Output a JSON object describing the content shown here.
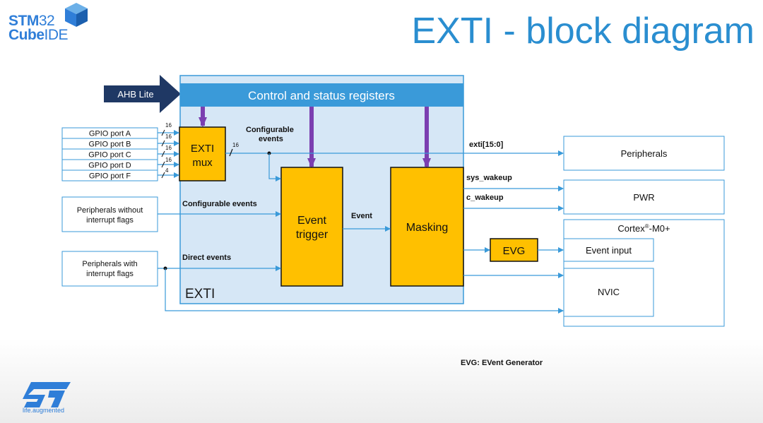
{
  "header": {
    "logo_line1_a": "STM",
    "logo_line1_b": "32",
    "logo_line2_a": "Cube",
    "logo_line2_b": "IDE",
    "title": "EXTI - block diagram"
  },
  "diagram": {
    "bus_label": "AHB Lite",
    "registers_label": "Control and status registers",
    "exti_label": "EXTI",
    "mux_line1": "EXTI",
    "mux_line2": "mux",
    "event_trigger_line1": "Event",
    "event_trigger_line2": "trigger",
    "masking_label": "Masking",
    "evg_label": "EVG",
    "gpio_ports": [
      {
        "label": "GPIO port A",
        "width": "16"
      },
      {
        "label": "GPIO port B",
        "width": "16"
      },
      {
        "label": "GPIO port C",
        "width": "16"
      },
      {
        "label": "GPIO port D",
        "width": "16"
      },
      {
        "label": "GPIO port F",
        "width": "4"
      }
    ],
    "mux_out_width": "16",
    "configurable_events_top_line1": "Configurable",
    "configurable_events_top_line2": "events",
    "configurable_events_label": "Configurable events",
    "direct_events_label": "Direct events",
    "event_label": "Event",
    "exti_bus_label": "exti[15:0]",
    "sys_wakeup_label": "sys_wakeup",
    "c_wakeup_label": "c_wakeup",
    "periph_without_line1": "Peripherals without",
    "periph_without_line2": "interrupt flags",
    "periph_with_line1": "Peripherals with",
    "periph_with_line2": "interrupt flags",
    "peripherals_label": "Peripherals",
    "pwr_label": "PWR",
    "cortex_base": "Cortex",
    "cortex_sup": "®",
    "cortex_suffix": "-M0+",
    "event_input_label": "Event input",
    "nvic_label": "NVIC"
  },
  "footnote": "EVG: EVent Generator",
  "footer": {
    "tagline": "life.augmented"
  },
  "colors": {
    "title_blue": "#2a8ed0",
    "box_blue": "#3a9ad9",
    "exti_bg": "#d6e7f6",
    "block_yellow": "#ffc000",
    "purple_arrow": "#7b3fb0",
    "navy_bus": "#1f3864"
  }
}
